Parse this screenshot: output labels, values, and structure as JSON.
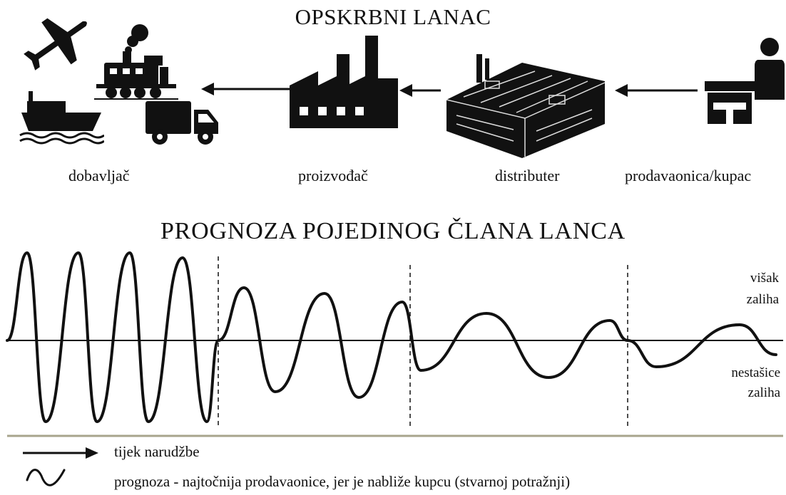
{
  "header": {
    "title": "OPSKRBNI LANAC"
  },
  "supply_chain": {
    "stages": [
      {
        "label": "dobavljač",
        "icons": [
          "airplane-icon",
          "steam-train-icon",
          "ship-icon",
          "truck-icon"
        ]
      },
      {
        "label": "proizvođač",
        "icons": [
          "factory-icon"
        ]
      },
      {
        "label": "distributer",
        "icons": [
          "warehouse-icon"
        ]
      },
      {
        "label": "prodavaonica/kupac",
        "icons": [
          "shop-icon",
          "customer-icon"
        ]
      }
    ]
  },
  "forecast": {
    "title": "PROGNOZA POJEDINOG ČLANA LANCA",
    "upper_label_line1": "višak",
    "upper_label_line2": "zaliha",
    "lower_label_line1": "nestašice",
    "lower_label_line2": "zaliha"
  },
  "legend": {
    "arrow_text": "tijek narudžbe",
    "wave_text": "prognoza - najtočnija prodavaonice, jer je nabliže kupcu (stvarnoj potražnji)"
  },
  "colors": {
    "ink": "#111111",
    "divider": "#a7a48c"
  }
}
